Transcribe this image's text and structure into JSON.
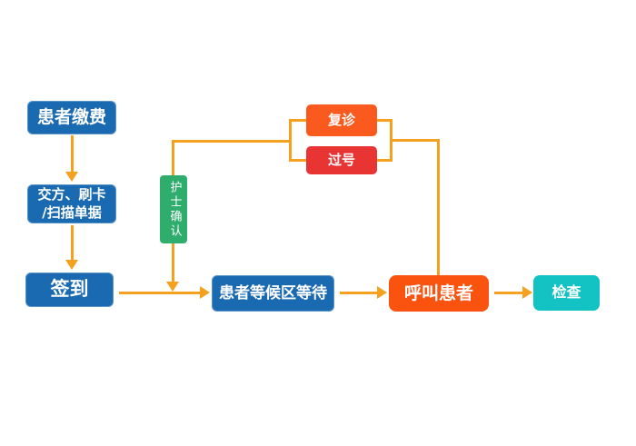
{
  "diagram": {
    "type": "flowchart",
    "background": "#ffffff",
    "connector_color": "#f5a01e",
    "nodes": [
      {
        "id": "patient-pay",
        "label": "患者缴费",
        "color": "#1a6ab2",
        "text_color": "#ffffff"
      },
      {
        "id": "pay-method",
        "label": "交方、刷卡/扫描单据",
        "line1": "交方、刷卡",
        "line2": "/扫描单据",
        "color": "#1a6ab2",
        "text_color": "#ffffff"
      },
      {
        "id": "sign-in",
        "label": "签到",
        "color": "#1a6ab2",
        "text_color": "#ffffff"
      },
      {
        "id": "nurse-confirm",
        "label": "护士确认",
        "color": "#2fad6d",
        "text_color": "#ffffff"
      },
      {
        "id": "revisit",
        "label": "复诊",
        "color": "#fa5a1e",
        "text_color": "#ffffff"
      },
      {
        "id": "missed-number",
        "label": "过号",
        "color": "#e93434",
        "text_color": "#ffffff"
      },
      {
        "id": "waiting-area",
        "label": "患者等候区等待",
        "color": "#1a6ab2",
        "text_color": "#ffffff"
      },
      {
        "id": "call-patient",
        "label": "呼叫患者",
        "color": "#fa530f",
        "text_color": "#ffffff"
      },
      {
        "id": "examination",
        "label": "检查",
        "color": "#13c2c2",
        "text_color": "#ffffff"
      }
    ],
    "edges": [
      {
        "from": "patient-pay",
        "to": "pay-method",
        "style": "arrow"
      },
      {
        "from": "pay-method",
        "to": "sign-in",
        "style": "arrow"
      },
      {
        "from": "sign-in",
        "to": "waiting-area",
        "style": "arrow"
      },
      {
        "from": "nurse-confirm",
        "to": "waiting-area",
        "style": "arrow"
      },
      {
        "from": "revisit",
        "to": "nurse-confirm",
        "style": "line"
      },
      {
        "from": "missed-number",
        "to": "nurse-confirm",
        "style": "line"
      },
      {
        "from": "revisit",
        "to": "call-patient",
        "style": "line"
      },
      {
        "from": "missed-number",
        "to": "call-patient",
        "style": "line"
      },
      {
        "from": "waiting-area",
        "to": "call-patient",
        "style": "arrow"
      },
      {
        "from": "call-patient",
        "to": "examination",
        "style": "arrow"
      }
    ]
  }
}
